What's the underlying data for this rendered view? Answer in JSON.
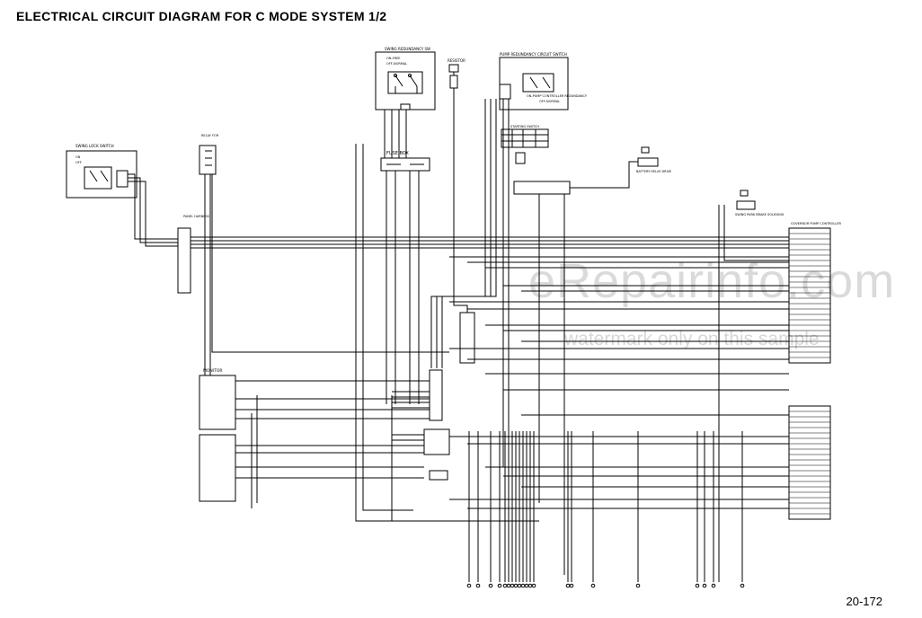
{
  "page": {
    "title": "ELECTRICAL CIRCUIT DIAGRAM FOR C MODE SYSTEM 1/2",
    "page_number": "20-172",
    "watermark_main": "eRepairinfo.com",
    "watermark_sub": "watermark only on this sample"
  },
  "labels": {
    "swing_redundancy": "SWING REDUNDANCY SW",
    "on_free": "ON-FREE",
    "off_normal": "OFF-NORMAL",
    "resistor": "RESISTOR",
    "pump_redundancy": "PUMP REDUNDANCY CIRCUIT SWITCH",
    "pump_controller_redundancy": "ON-PUMP CONTROLLER REDUNDANCY",
    "off_normal2": "OFF-NORMAL",
    "swing_lock_switch": "SWING LOCK SWITCH",
    "sw_on": "ON",
    "sw_off": "OFF",
    "relay_for": "RELAY FOR",
    "fuse_box": "FUSE BOX",
    "starting_switch": "STARTING SWITCH",
    "battery_relay_drive": "BATTERY RELAY DRIVE",
    "swing_park_brake": "SWING PARK BRAKE SOLENOID",
    "controller": "GOVERNOR PUMP CONTROLLER",
    "monitor": "MONITOR",
    "panel_harness": "PANEL HARNESS"
  },
  "colors": {
    "line": "#000000",
    "watermark": "#bdbdbd"
  }
}
